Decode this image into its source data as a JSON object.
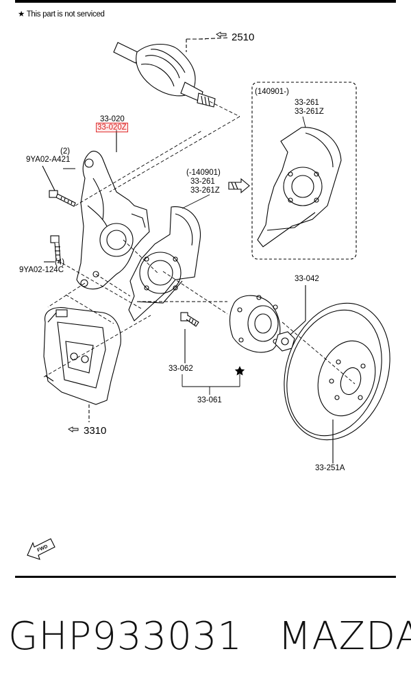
{
  "note": {
    "star": "★",
    "text": "This part is not serviced"
  },
  "callouts": {
    "c2510": "2510",
    "c3310": "3310",
    "knuckle_a": "33-020",
    "knuckle_b": "33-020Z",
    "bolt_qty": "(2)",
    "bolt_code": "9YA02-A421",
    "bolt2_qty": "(4)",
    "bolt2_code": "9YA02-124C",
    "dust_old_date": "(-140901)",
    "dust_old_a": "33-261",
    "dust_old_b": "33-261Z",
    "dust_new_date": "(140901-)",
    "dust_new_a": "33-261",
    "dust_new_b": "33-261Z",
    "nut": "33-042",
    "hub_bolt": "33-062",
    "hub_assy": "33-061",
    "rotor": "33-251A",
    "fwd": "FWD"
  },
  "footer": {
    "part_number": "GHP933031",
    "brand": "MAZDA"
  },
  "colors": {
    "highlight": "#e03030",
    "line": "#000000"
  },
  "icons": [
    "star-icon",
    "fwd-arrow-icon",
    "hollow-arrow-icon",
    "reference-arrow-icon"
  ]
}
